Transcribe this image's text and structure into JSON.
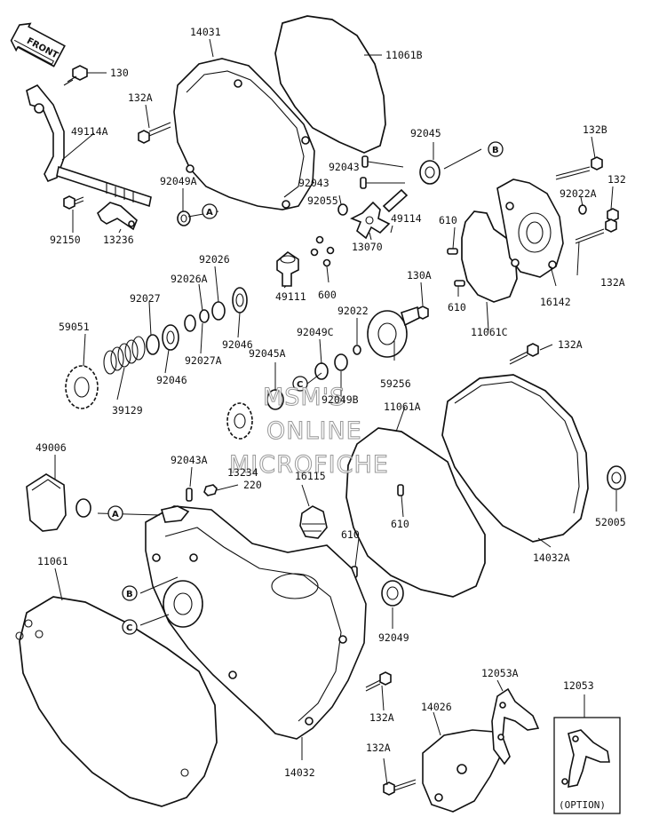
{
  "diagram": {
    "front_label": "FRONT",
    "watermark": [
      "MSM'S",
      "ONLINE",
      "MICROFICHE"
    ],
    "option_label": "(OPTION)",
    "callouts": [
      "A",
      "A",
      "B",
      "B",
      "C",
      "C"
    ],
    "labels": {
      "l14031": "14031",
      "l11061B": "11061B",
      "l130": "130",
      "l132A_1": "132A",
      "l49114A": "49114A",
      "l92049A": "92049A",
      "l92150": "92150",
      "l13236": "13236",
      "l92045": "92045",
      "l132B": "132B",
      "l92043_1": "92043",
      "l92043_2": "92043",
      "l92055": "92055",
      "l132": "132",
      "l92022A": "92022A",
      "l610_1": "610",
      "l49114": "49114",
      "l13070": "13070",
      "l132A_2": "132A",
      "l92026": "92026",
      "l92026A": "92026A",
      "l92027": "92027",
      "l600": "600",
      "l130A": "130A",
      "l610_2": "610",
      "l16142": "16142",
      "l49111": "49111",
      "l92022": "92022",
      "l11061C": "11061C",
      "l59051": "59051",
      "l92046_1": "92046",
      "l92027A": "92027A",
      "l92049C": "92049C",
      "l132A_3": "132A",
      "l92045A": "92045A",
      "l92046_2": "92046",
      "l92049B": "92049B",
      "l59256": "59256",
      "l39129": "39129",
      "l11061A": "11061A",
      "l49006": "49006",
      "l92043A": "92043A",
      "l13234": "13234",
      "l220": "220",
      "l16115": "16115",
      "l610_3": "610",
      "l52005": "52005",
      "l11061": "11061",
      "l610_4": "610",
      "l14032A": "14032A",
      "l92049": "92049",
      "l12053A": "12053A",
      "l12053": "12053",
      "l14026": "14026",
      "l132A_4": "132A",
      "l132A_5": "132A",
      "l14032": "14032"
    }
  }
}
